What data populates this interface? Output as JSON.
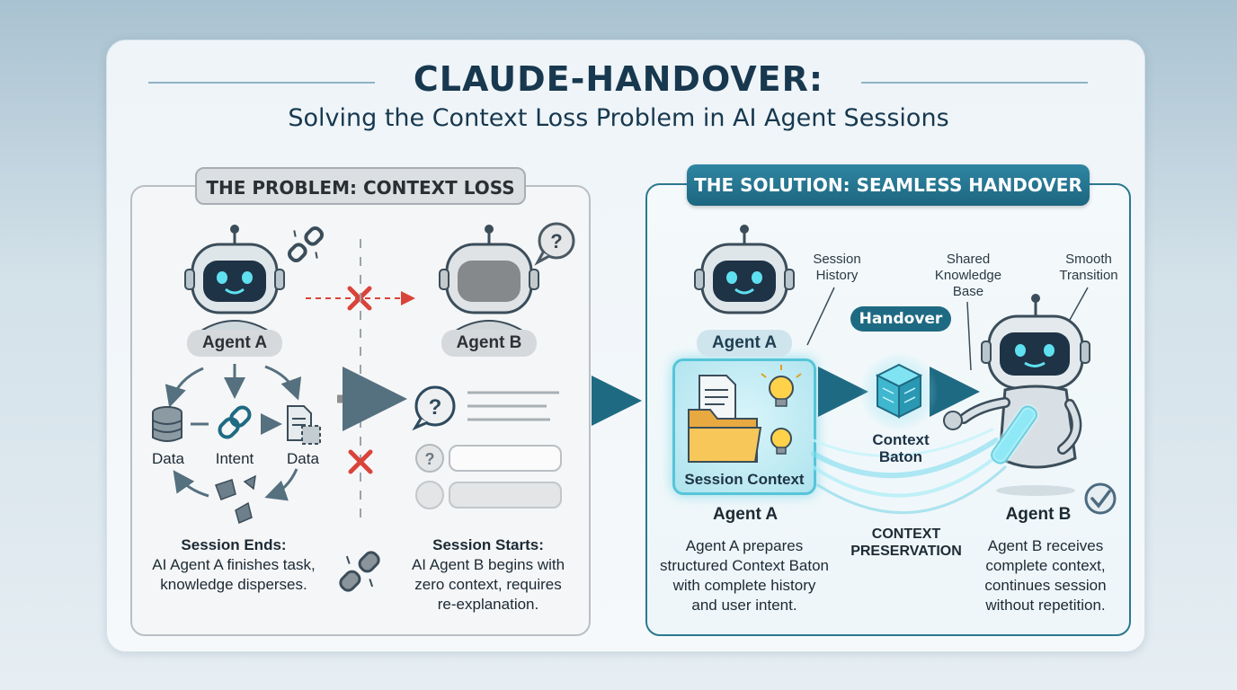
{
  "header": {
    "title": "CLAUDE-HANDOVER:",
    "subtitle": "Solving the Context Loss Problem in AI Agent Sessions"
  },
  "problem": {
    "tab": "THE PROBLEM: CONTEXT LOSS",
    "agent_a": "Agent A",
    "agent_b": "Agent B",
    "cycle": {
      "data_left": "Data",
      "intent": "Intent",
      "data_right": "Data"
    },
    "session_ends_title": "Session Ends:",
    "session_ends_line1": "AI Agent A finishes task,",
    "session_ends_line2": "knowledge disperses.",
    "session_starts_title": "Session Starts:",
    "session_starts_line1": "AI Agent B begins with",
    "session_starts_line2": "zero context, requires",
    "session_starts_line3": "re-explanation."
  },
  "solution": {
    "tab": "THE SOLUTION: SEAMLESS HANDOVER",
    "agent_a_pill": "Agent A",
    "session_history_1": "Session",
    "session_history_2": "History",
    "shared_kb_1": "Shared",
    "shared_kb_2": "Knowledge",
    "shared_kb_3": "Base",
    "smooth_1": "Smooth",
    "smooth_2": "Transition",
    "handover": "Handover",
    "session_context": "Session Context",
    "context_baton_1": "Context",
    "context_baton_2": "Baton",
    "agent_a_label": "Agent A",
    "agent_b_label": "Agent B",
    "preservation_1": "CONTEXT",
    "preservation_2": "PRESERVATION",
    "a_desc_1": "Agent A prepares",
    "a_desc_2": "structured Context Baton",
    "a_desc_3": "with complete history",
    "a_desc_4": "and user intent.",
    "b_desc_1": "Agent B receives",
    "b_desc_2": "complete context,",
    "b_desc_3": "continues session",
    "b_desc_4": "without repetition."
  },
  "colors": {
    "accent_teal": "#1f6a83",
    "glow": "#56c5d8",
    "error_red": "#d9443a",
    "navy_text": "#17384f"
  }
}
